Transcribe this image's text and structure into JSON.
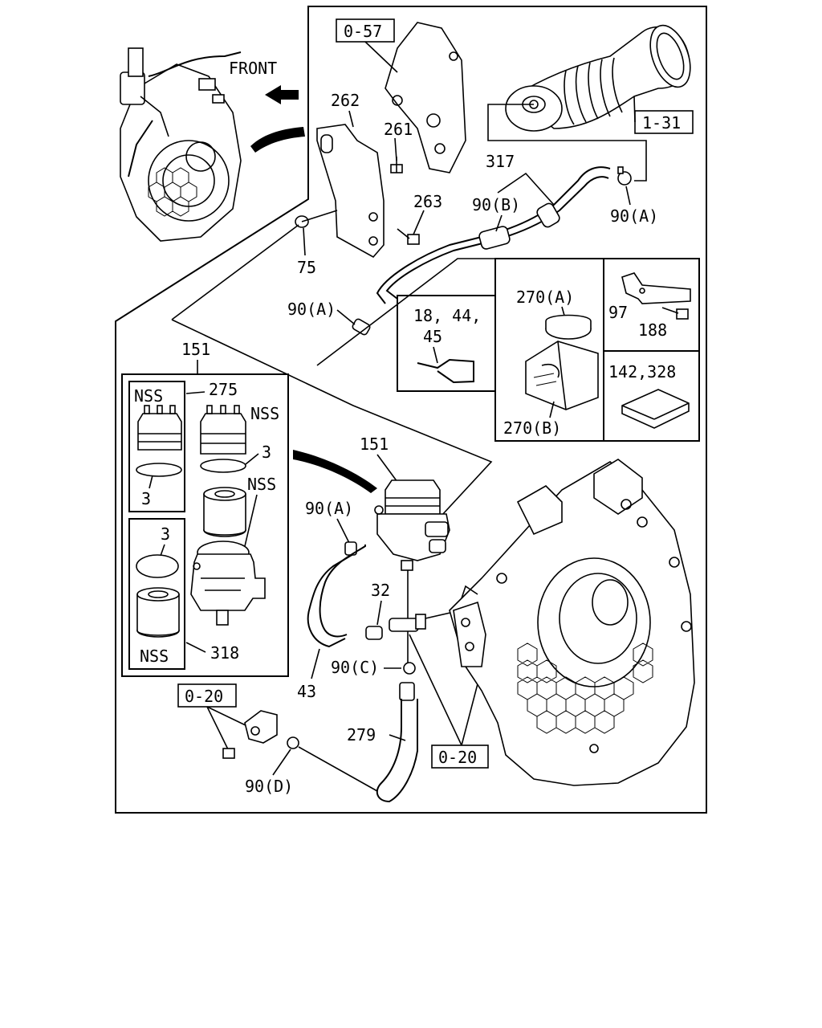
{
  "labels": {
    "front": "FRONT",
    "ref_0_57": "0-57",
    "ref_1_31": "1-31",
    "ref_0_20_left": "0-20",
    "ref_0_20_right": "0-20",
    "p262": "262",
    "p261": "261",
    "p263": "263",
    "p317": "317",
    "p90B": "90(B)",
    "p90A_top": "90(A)",
    "p90A_mid": "90(A)",
    "p90A_low": "90(A)",
    "p75": "75",
    "p270A": "270(A)",
    "p270B": "270(B)",
    "p97": "97",
    "p188": "188",
    "p18_44": "18, 44,",
    "p45": "45",
    "p142_328": "142,328",
    "p151_top": "151",
    "p151_mid": "151",
    "p275": "275",
    "nss1": "NSS",
    "nss2": "NSS",
    "nss3": "NSS",
    "nss4": "NSS",
    "p3_a": "3",
    "p3_b": "3",
    "p3_c": "3",
    "p318": "318",
    "p32": "32",
    "p43": "43",
    "p90C": "90(C)",
    "p279": "279",
    "p90D": "90(D)"
  }
}
